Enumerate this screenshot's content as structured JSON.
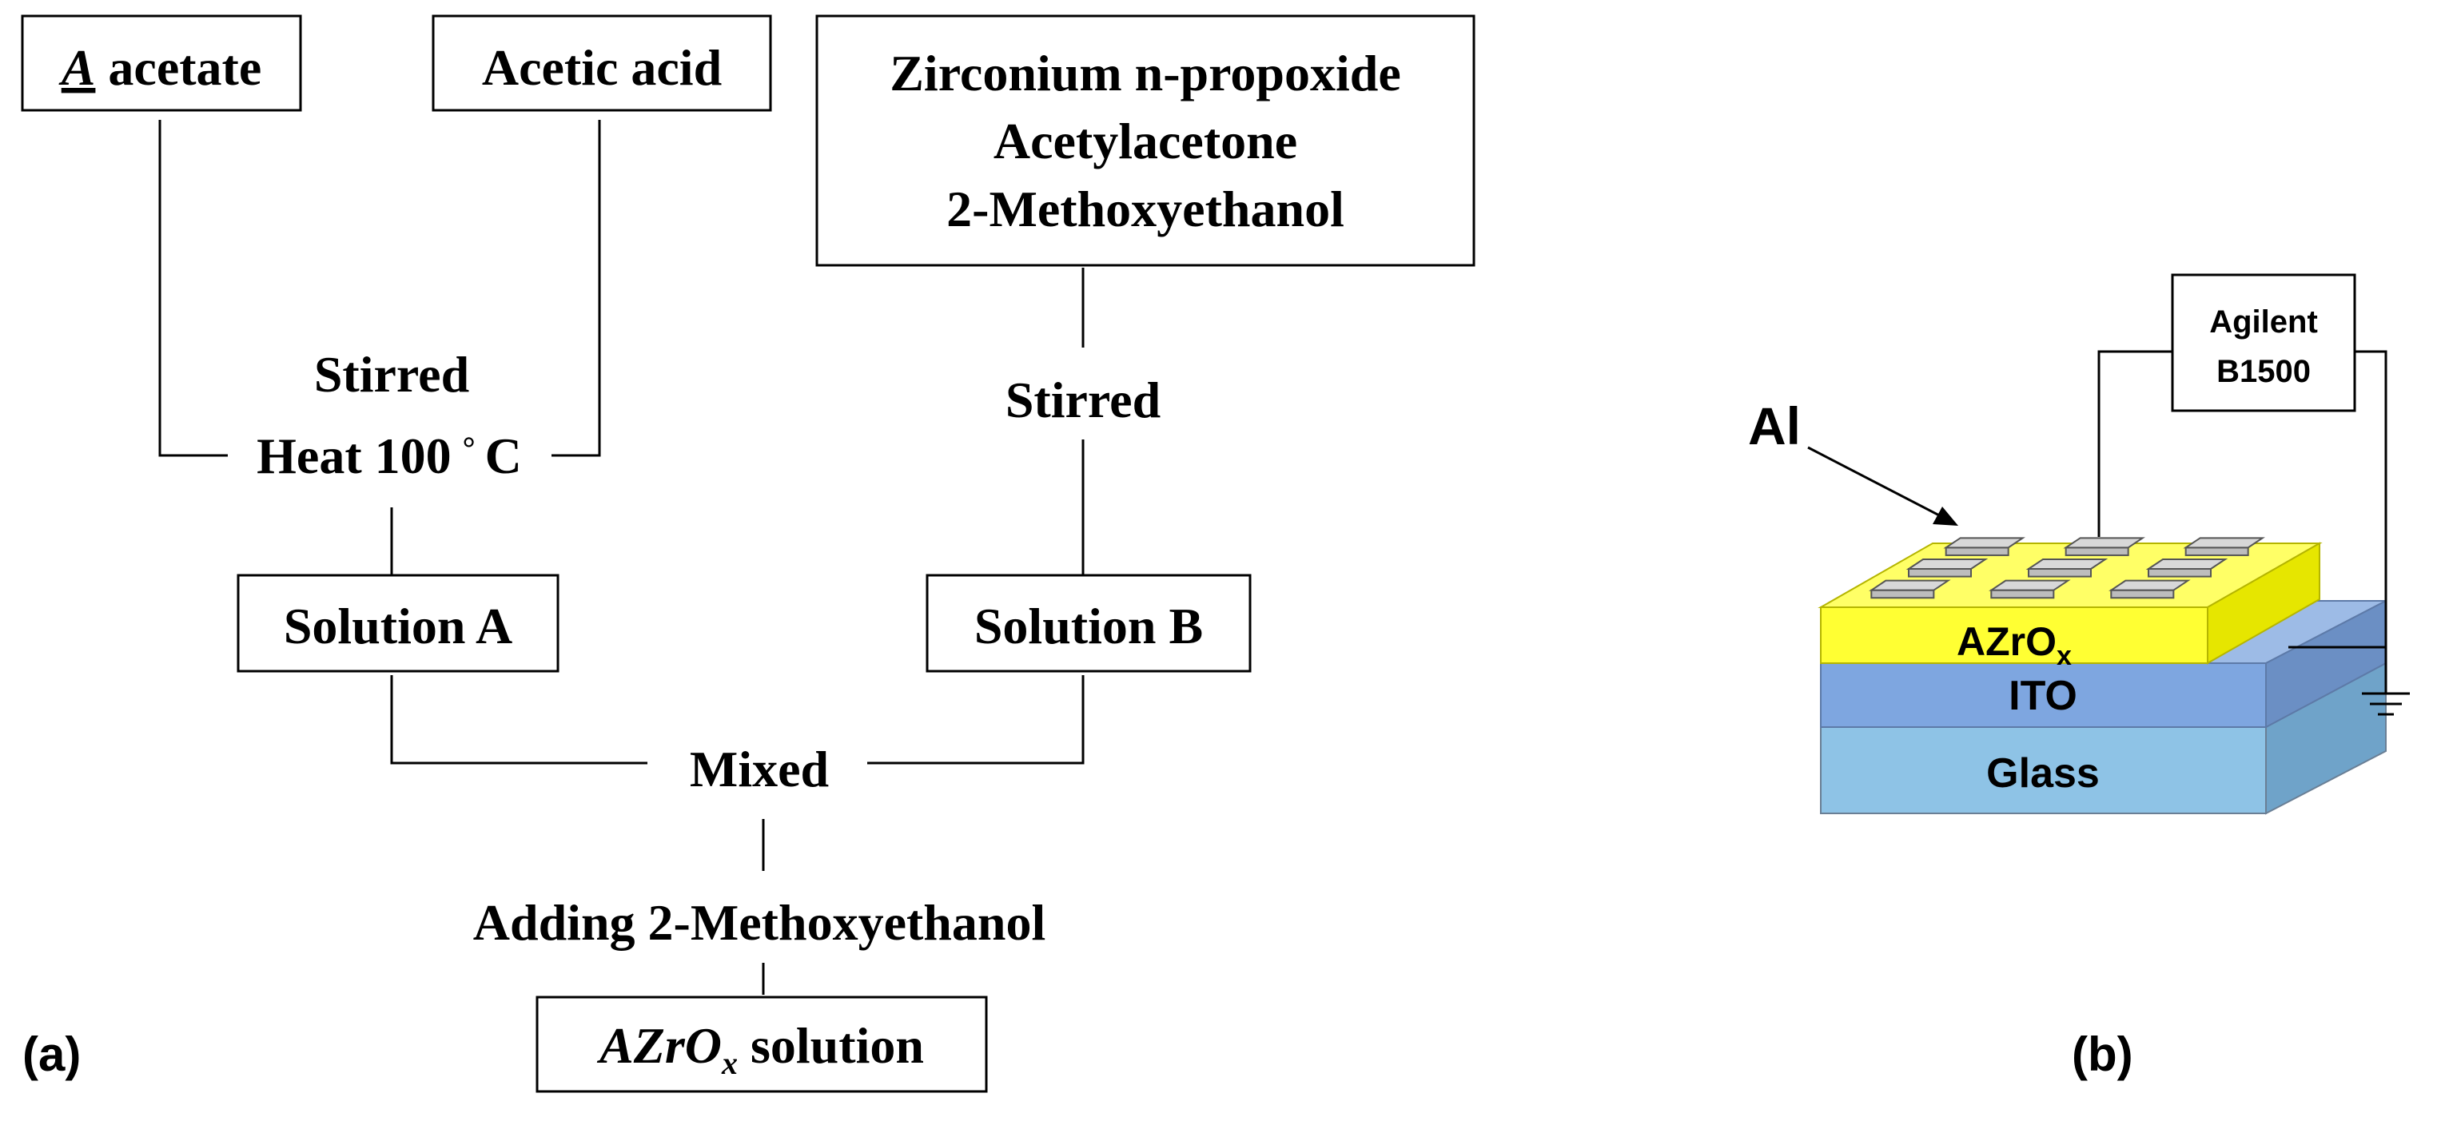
{
  "panel_a": {
    "label": "(a)",
    "a_acetate": {
      "italic": "A",
      "rest": " acetate"
    },
    "acetic_acid": "Acetic acid",
    "zr_lines": [
      "Zirconium n-propoxide",
      "Acetylacetone",
      "2-Methoxyethanol"
    ],
    "stirred_heat": {
      "line1": "Stirred",
      "line2": "Heat 100",
      "deg": "°",
      "unit": "C"
    },
    "stirred_b": "Stirred",
    "solution_a": "Solution A",
    "solution_b": "Solution B",
    "mixed": "Mixed",
    "adding": "Adding 2-Methoxyethanol",
    "final": {
      "main": "AZrO",
      "sub": "x",
      "rest": " solution"
    }
  },
  "panel_b": {
    "label": "(b)",
    "instrument_lines": [
      "Agilent",
      "B1500"
    ],
    "al_label": "Al",
    "layer_azro": {
      "main": "AZrO",
      "sub": "x"
    },
    "layer_ito": "ITO",
    "layer_glass": "Glass",
    "colors": {
      "azro_front": "#ffff33",
      "azro_top": "#ffff66",
      "azro_side": "#e6e600",
      "ito_front": "#7ea6e0",
      "ito_top": "#9dbbe6",
      "ito_side": "#6b8fc4",
      "glass_front": "#8ec3e6",
      "glass_side": "#6fa3c9",
      "pad_fill": "#d8d8d8"
    }
  }
}
